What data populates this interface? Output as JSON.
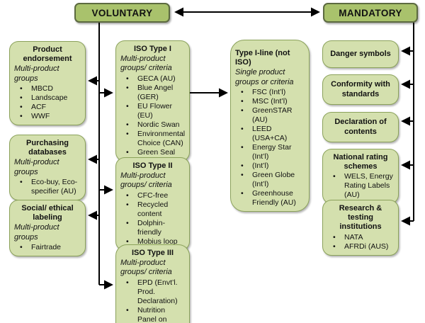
{
  "palette": {
    "header_fill": "#a9c26c",
    "header_border": "#5c6a40",
    "box_fill": "#d4e0ae",
    "box_border": "#8ba25b",
    "arrow": "#000000",
    "text": "#111111"
  },
  "headers": {
    "voluntary": "VOLUNTARY",
    "mandatory": "MANDATORY"
  },
  "left_column": [
    {
      "title": "Product endorsement",
      "subtitle": "Multi-product groups",
      "items": [
        "MBCD",
        "Landscape",
        "ACF",
        "WWF"
      ]
    },
    {
      "title": "Purchasing databases",
      "subtitle": "Multi-product groups",
      "items": [
        "Eco-buy, Eco-specifier (AU)"
      ]
    },
    {
      "title": "Social/ ethical labeling",
      "subtitle": "Multi-product groups",
      "items": [
        "Fairtrade"
      ]
    }
  ],
  "iso_column": [
    {
      "title": "ISO Type I",
      "subtitle": "Multi-product groups/ criteria",
      "items": [
        "GECA (AU)",
        "Blue Angel (GER)",
        "EU Flower (EU)",
        "Nordic Swan",
        "Environmental Choice (CAN)",
        "Green Seal"
      ]
    },
    {
      "title": "ISO Type II",
      "subtitle": "Multi-product groups/ criteria",
      "items": [
        "CFC-free",
        "Recycled content",
        "Dolphin-friendly",
        "Mobius loop"
      ]
    },
    {
      "title": "ISO Type III",
      "subtitle": "Multi-product groups/ criteria",
      "items": [
        "EPD (Envt’l. Prod. Declaration)",
        "Nutrition Panel on Food"
      ]
    }
  ],
  "type1line": {
    "title": "Type I-line (not ISO)",
    "subtitle": "Single product groups or criteria",
    "items": [
      "FSC (Int’l)",
      "MSC (Int’l)",
      "GreenSTAR (AU)",
      "LEED (USA+CA)",
      "Energy Star (Int’l)",
      "(Int’l)",
      "Green Globe (Int’l)",
      "Greenhouse Friendly (AU)"
    ]
  },
  "right_column": [
    {
      "title": "Danger symbols",
      "items": []
    },
    {
      "title": "Conformity with standards",
      "items": []
    },
    {
      "title": "Declaration of contents",
      "items": []
    },
    {
      "title": "National rating schemes",
      "items": [
        "WELS, Energy Rating Labels (AU)"
      ]
    },
    {
      "title": "Research & testing institutions",
      "items": [
        "NATA",
        "AFRDi (AUS)"
      ]
    }
  ]
}
